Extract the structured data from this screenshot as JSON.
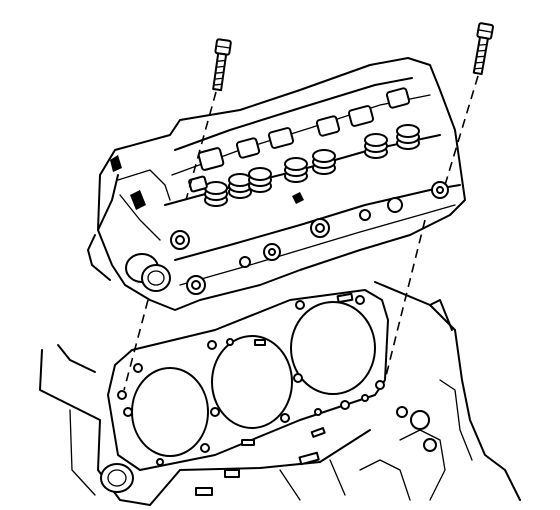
{
  "diagram": {
    "subject": "cylinder-head-installation",
    "parts": [
      "cylinder-head",
      "head-gasket",
      "engine-block",
      "head-bolt",
      "valve-spring"
    ],
    "colors": {
      "line": "#000000",
      "background": "#ffffff"
    }
  }
}
